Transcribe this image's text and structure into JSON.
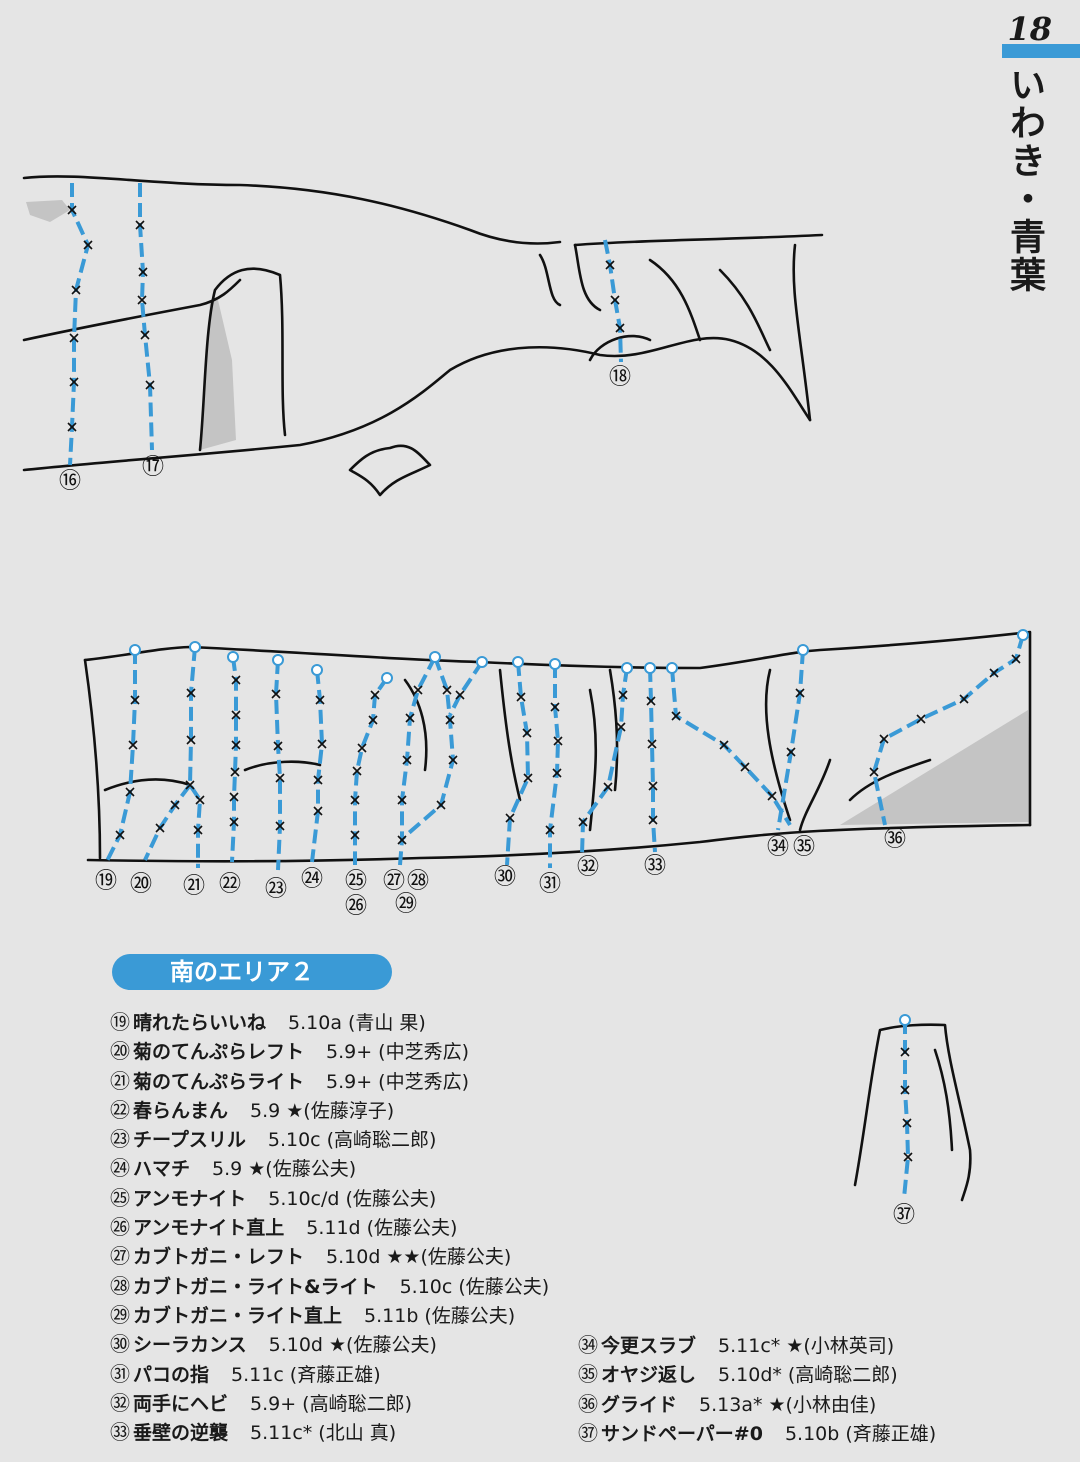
{
  "header": {
    "page_number": "18",
    "section_title": "いわき・青葉"
  },
  "area": {
    "title": "南のエリア２"
  },
  "colors": {
    "route": "#3a9ad6",
    "background": "#e5e5e5",
    "shade": "#c4c4c4"
  },
  "topo_labels": {
    "r16": "⑯",
    "r17": "⑰",
    "r18": "⑱"
  },
  "routes": [
    {
      "num": "⑲",
      "name": "晴れたらいいね",
      "grade": "5.10a",
      "stars": "",
      "setter": "(青山 果)"
    },
    {
      "num": "⑳",
      "name": "菊のてんぷらレフト",
      "grade": "5.9+",
      "stars": "",
      "setter": "(中芝秀広)"
    },
    {
      "num": "㉑",
      "name": "菊のてんぷらライト",
      "grade": "5.9+",
      "stars": "",
      "setter": "(中芝秀広)"
    },
    {
      "num": "㉒",
      "name": "春らんまん",
      "grade": "5.9",
      "stars": "★",
      "setter": "(佐藤淳子)"
    },
    {
      "num": "㉓",
      "name": "チープスリル",
      "grade": "5.10c",
      "stars": "",
      "setter": "(高崎聡二郎)"
    },
    {
      "num": "㉔",
      "name": "ハマチ",
      "grade": "5.9",
      "stars": "★",
      "setter": "(佐藤公夫)"
    },
    {
      "num": "㉕",
      "name": "アンモナイト",
      "grade": "5.10c/d",
      "stars": "",
      "setter": "(佐藤公夫)"
    },
    {
      "num": "㉖",
      "name": "アンモナイト直上",
      "grade": "5.11d",
      "stars": "",
      "setter": "(佐藤公夫)"
    },
    {
      "num": "㉗",
      "name": "カブトガニ・レフト",
      "grade": "5.10d",
      "stars": "★★",
      "setter": "(佐藤公夫)"
    },
    {
      "num": "㉘",
      "name": "カブトガニ・ライト&ライト",
      "grade": "5.10c",
      "stars": "",
      "setter": "(佐藤公夫)"
    },
    {
      "num": "㉙",
      "name": "カブトガニ・ライト直上",
      "grade": "5.11b",
      "stars": "",
      "setter": "(佐藤公夫)"
    },
    {
      "num": "㉚",
      "name": "シーラカンス",
      "grade": "5.10d",
      "stars": "★",
      "setter": "(佐藤公夫)"
    },
    {
      "num": "㉛",
      "name": "パコの指",
      "grade": "5.11c",
      "stars": "",
      "setter": "(斉藤正雄)"
    },
    {
      "num": "㉜",
      "name": "両手にヘビ",
      "grade": "5.9+",
      "stars": "",
      "setter": "(高崎聡二郎)"
    },
    {
      "num": "㉝",
      "name": "垂壁の逆襲",
      "grade": "5.11c*",
      "stars": "",
      "setter": "(北山 真)"
    },
    {
      "num": "㉞",
      "name": "今更スラブ",
      "grade": "5.11c*",
      "stars": "★",
      "setter": "(小林英司)"
    },
    {
      "num": "㉟",
      "name": "オヤジ返し",
      "grade": "5.10d*",
      "stars": "",
      "setter": "(高崎聡二郎)"
    },
    {
      "num": "㊱",
      "name": "グライド",
      "grade": "5.13a*",
      "stars": "★",
      "setter": "(小林由佳)"
    },
    {
      "num": "㊲",
      "name": "サンドペーパー#0",
      "grade": "5.10b",
      "stars": "",
      "setter": "(斉藤正雄)"
    }
  ]
}
